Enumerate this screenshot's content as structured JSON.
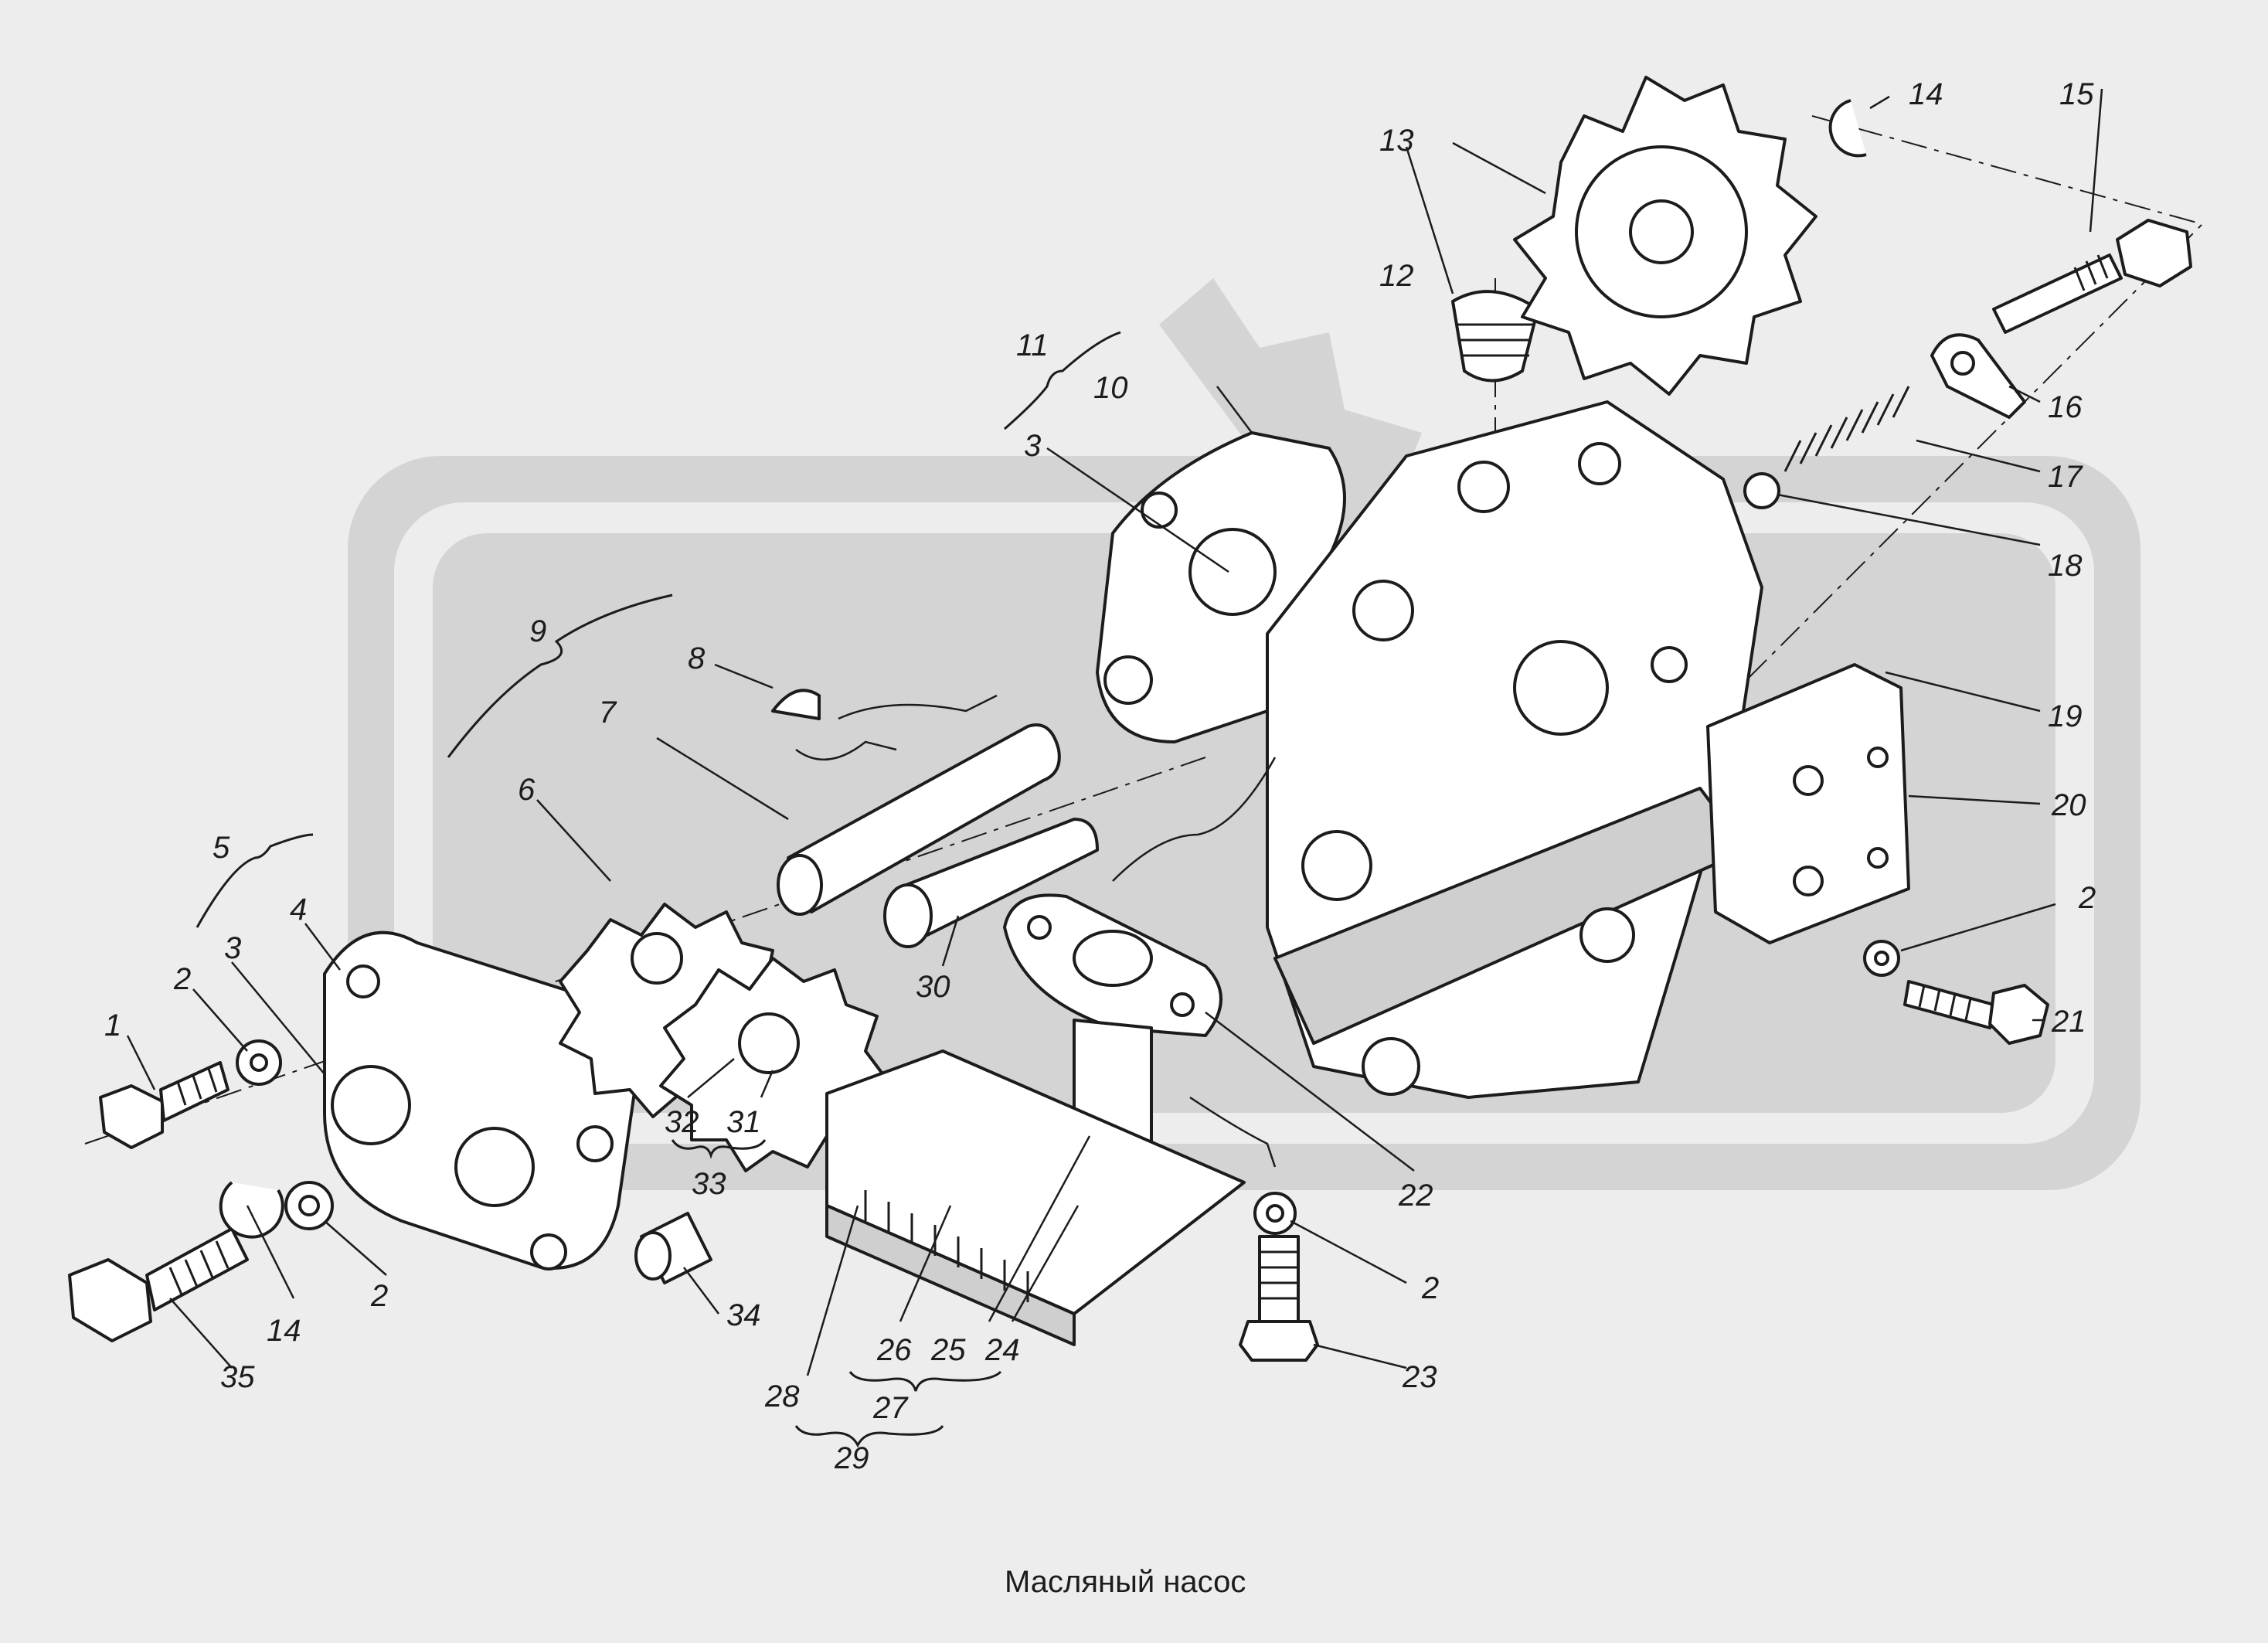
{
  "caption": "Масляный насос",
  "callouts": [
    {
      "id": "c1",
      "text": "1"
    },
    {
      "id": "c2a",
      "text": "2"
    },
    {
      "id": "c2b",
      "text": "2"
    },
    {
      "id": "c2c",
      "text": "2"
    },
    {
      "id": "c2d",
      "text": "2"
    },
    {
      "id": "c3a",
      "text": "3"
    },
    {
      "id": "c3b",
      "text": "3"
    },
    {
      "id": "c4",
      "text": "4"
    },
    {
      "id": "c5",
      "text": "5"
    },
    {
      "id": "c6",
      "text": "6"
    },
    {
      "id": "c7",
      "text": "7"
    },
    {
      "id": "c8",
      "text": "8"
    },
    {
      "id": "c9",
      "text": "9"
    },
    {
      "id": "c10",
      "text": "10"
    },
    {
      "id": "c11",
      "text": "11"
    },
    {
      "id": "c12",
      "text": "12"
    },
    {
      "id": "c13",
      "text": "13"
    },
    {
      "id": "c14a",
      "text": "14"
    },
    {
      "id": "c14b",
      "text": "14"
    },
    {
      "id": "c15",
      "text": "15"
    },
    {
      "id": "c16",
      "text": "16"
    },
    {
      "id": "c17",
      "text": "17"
    },
    {
      "id": "c18",
      "text": "18"
    },
    {
      "id": "c19",
      "text": "19"
    },
    {
      "id": "c20",
      "text": "20"
    },
    {
      "id": "c21",
      "text": "21"
    },
    {
      "id": "c22",
      "text": "22"
    },
    {
      "id": "c23",
      "text": "23"
    },
    {
      "id": "c24",
      "text": "24"
    },
    {
      "id": "c25",
      "text": "25"
    },
    {
      "id": "c26",
      "text": "26"
    },
    {
      "id": "c27",
      "text": "27"
    },
    {
      "id": "c28",
      "text": "28"
    },
    {
      "id": "c29",
      "text": "29"
    },
    {
      "id": "c30",
      "text": "30"
    },
    {
      "id": "c31",
      "text": "31"
    },
    {
      "id": "c32",
      "text": "32"
    },
    {
      "id": "c33",
      "text": "33"
    },
    {
      "id": "c34",
      "text": "34"
    },
    {
      "id": "c35",
      "text": "35"
    }
  ]
}
